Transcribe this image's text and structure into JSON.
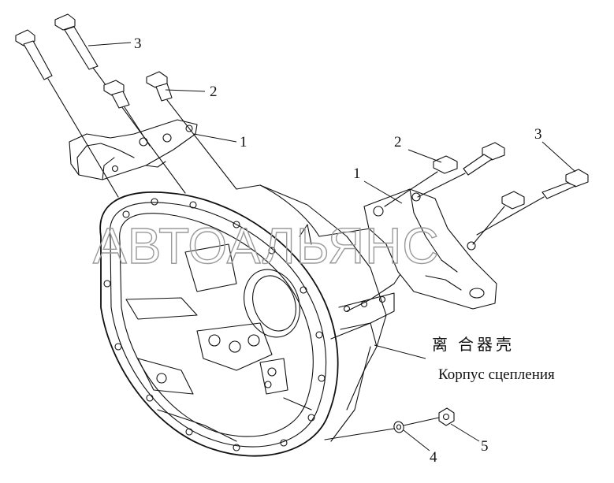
{
  "watermark": "АВТОАЛЬЯНС",
  "callouts": {
    "left_bolt_long": "3",
    "left_bolt_short": "2",
    "left_bracket": "1",
    "right_bolt_short": "2",
    "right_bolt_long": "3",
    "right_bracket": "1",
    "washer": "4",
    "nut": "5"
  },
  "housing_label": {
    "chinese": "离 合器壳",
    "russian": "Корпус сцепления"
  }
}
